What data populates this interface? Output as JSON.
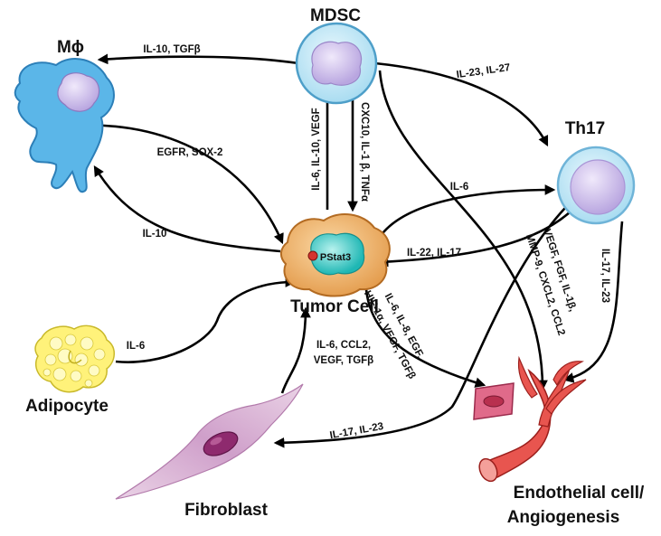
{
  "nodes": {
    "mdsc": "MDSC",
    "macrophage": "Mϕ",
    "th17": "Th17",
    "tumor_cell": "Tumor Cell",
    "pstat3": "PStat3",
    "adipocyte": "Adipocyte",
    "fibroblast": "Fibroblast",
    "endothelial_line1": "Endothelial cell/",
    "endothelial_line2": "Angiogenesis"
  },
  "edges": {
    "mdsc_to_macrophage": "IL-10, TGFβ",
    "mdsc_to_th17": "IL-23, IL-27",
    "macrophage_to_tumor": "EGFR, SOX-2",
    "tumor_to_macrophage": "IL-10",
    "tumor_to_mdsc": "IL-6, IL-10, VEGF",
    "mdsc_to_tumor": "CXC10, IL-1 β, TNFα",
    "tumor_to_th17": "IL-6",
    "th17_to_tumor": "IL-22, IL-17",
    "tumor_to_endothelial_line1": "IL-6, IL-8, EGF,",
    "tumor_to_endothelial_line2": "HIF-1α, VEGF, TGFβ",
    "mdsc_to_endothelial_line1": "VEGF, FGF, IL-1β,",
    "mdsc_to_endothelial_line2": "MMP-9, CXCL2, CCL2",
    "th17_to_endothelial": "IL-17, IL-23",
    "adipocyte_to_tumor": "IL-6",
    "fibroblast_to_tumor_line1": "IL-6, CCL2,",
    "fibroblast_to_tumor_line2": "VEGF, TGFβ",
    "th17_to_fibroblast": "IL-17, IL-23"
  },
  "colors": {
    "cell_blue": "#bfe6f6",
    "cell_blue_stroke": "#4e9fc9",
    "nucleus_purple": "#cfc0ea",
    "macrophage_blue": "#5bb6e8",
    "tumor_orange": "#f2b36b",
    "tumor_nucleus": "#2fc6c2",
    "pstat3_dot": "#d4342f",
    "adipocyte_yellow": "#fff27a",
    "fibroblast_pink": "#d7a8cf",
    "fibroblast_nucleus": "#8e2a6e",
    "endothelial_red": "#e8554f",
    "endothelial_cell": "#e06a8a"
  }
}
